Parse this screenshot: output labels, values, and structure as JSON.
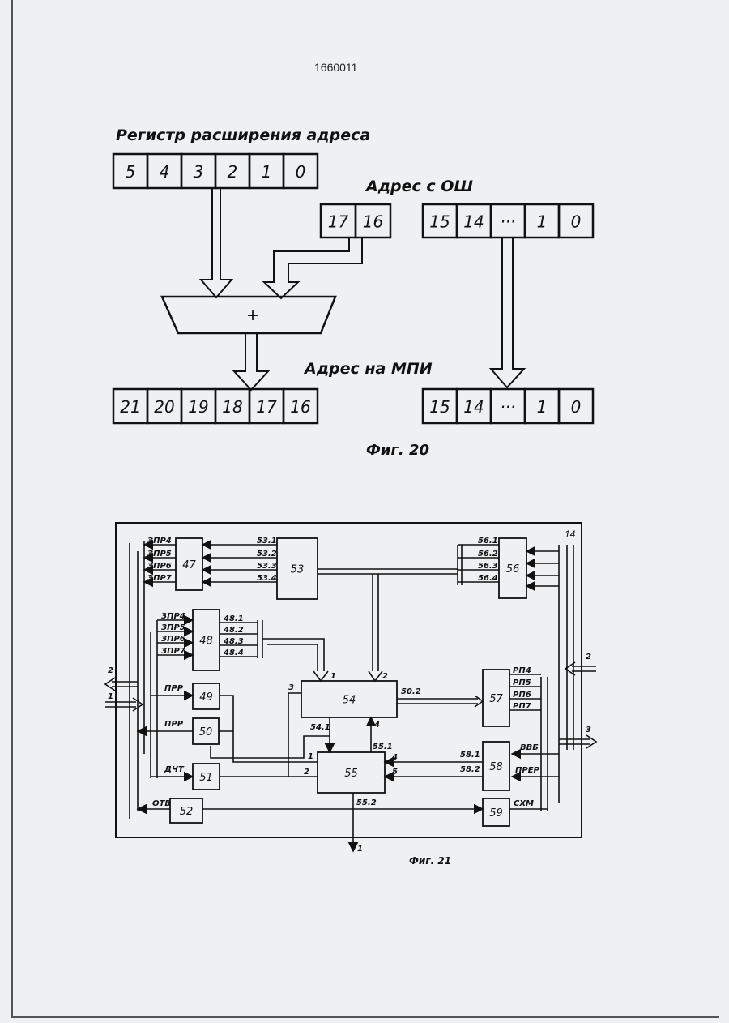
{
  "patent_number": "1660011",
  "fig20": {
    "caption": "Фиг. 20",
    "register_label": "Регистр расширения адреса",
    "register_bits": [
      "5",
      "4",
      "3",
      "2",
      "1",
      "0"
    ],
    "bus_label": "Адрес с ОШ",
    "bus_high_bits": [
      "17",
      "16"
    ],
    "bus_low_bits": [
      "15",
      "14",
      "···",
      "1",
      "0"
    ],
    "adder_symbol": "+",
    "output_label": "Адрес на МПИ",
    "output_high_bits": [
      "21",
      "20",
      "19",
      "18",
      "17",
      "16"
    ],
    "output_low_bits": [
      "15",
      "14",
      "···",
      "1",
      "0"
    ]
  },
  "fig21": {
    "caption": "Фиг. 21",
    "frame_label": "14",
    "blocks": {
      "b47": "47",
      "b48": "48",
      "b49": "49",
      "b50": "50",
      "b51": "51",
      "b52": "52",
      "b53": "53",
      "b54": "54",
      "b55": "55",
      "b56": "56",
      "b57": "57",
      "b58": "58",
      "b59": "59"
    },
    "signals_47": [
      "ЗПР4",
      "ЗПР5",
      "ЗПР6",
      "ЗПР7"
    ],
    "signals_48": [
      "ЗПР4",
      "ЗПР5",
      "ЗПР6",
      "ЗПР7"
    ],
    "lines_53": [
      "53.1",
      "53.2",
      "53.3",
      "53.4"
    ],
    "lines_48": [
      "48.1",
      "48.2",
      "48.3",
      "48.4"
    ],
    "lines_56": [
      "56.1",
      "56.2",
      "56.3",
      "56.4"
    ],
    "rp_signals": [
      "РП4",
      "РП5",
      "РП6",
      "РП7"
    ],
    "sig_prr1": "ПРР",
    "sig_prr2": "ПРР",
    "sig_dchT": "ДЧТ",
    "sig_otv": "ОТВ",
    "sig_vvb": "ВВБ",
    "sig_prer": "ПРЕР",
    "sig_shm": "СХМ",
    "line_50_2": "50.2",
    "line_54_1": "54.1",
    "line_55_1": "55.1",
    "line_55_2": "55.2",
    "line_58_1": "58.1",
    "line_58_2": "58.2",
    "port_1": "1",
    "port_2": "2",
    "port_3": "3",
    "port_4": "4",
    "port_5": "5",
    "ext_1": "1",
    "ext_2": "2",
    "ext_2r": "2",
    "ext_3": "3",
    "ext_out_1": "1"
  }
}
